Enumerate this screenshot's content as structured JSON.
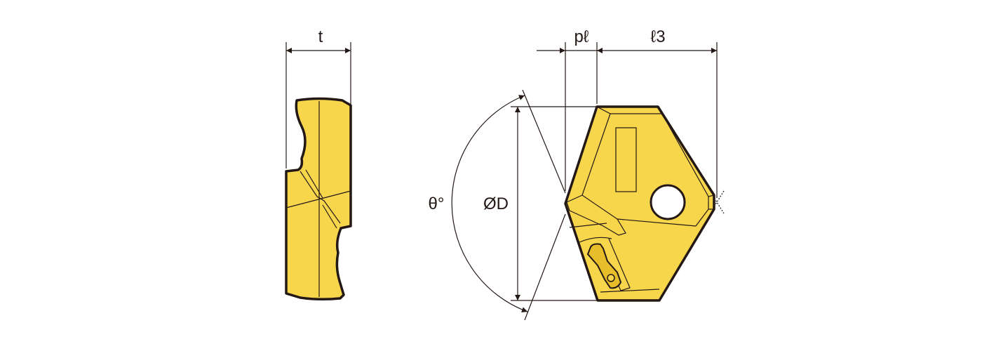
{
  "side_view": {
    "dimension_label": "t"
  },
  "front_view": {
    "dimension_labels": {
      "point_length": "pℓ",
      "length_3": "ℓ3",
      "diameter": "ØD",
      "point_angle": "θ°"
    }
  },
  "colors": {
    "insert_fill": "#f7d64c",
    "insert_shade": "#e8bd2a",
    "line": "#231815",
    "background": "#ffffff"
  }
}
